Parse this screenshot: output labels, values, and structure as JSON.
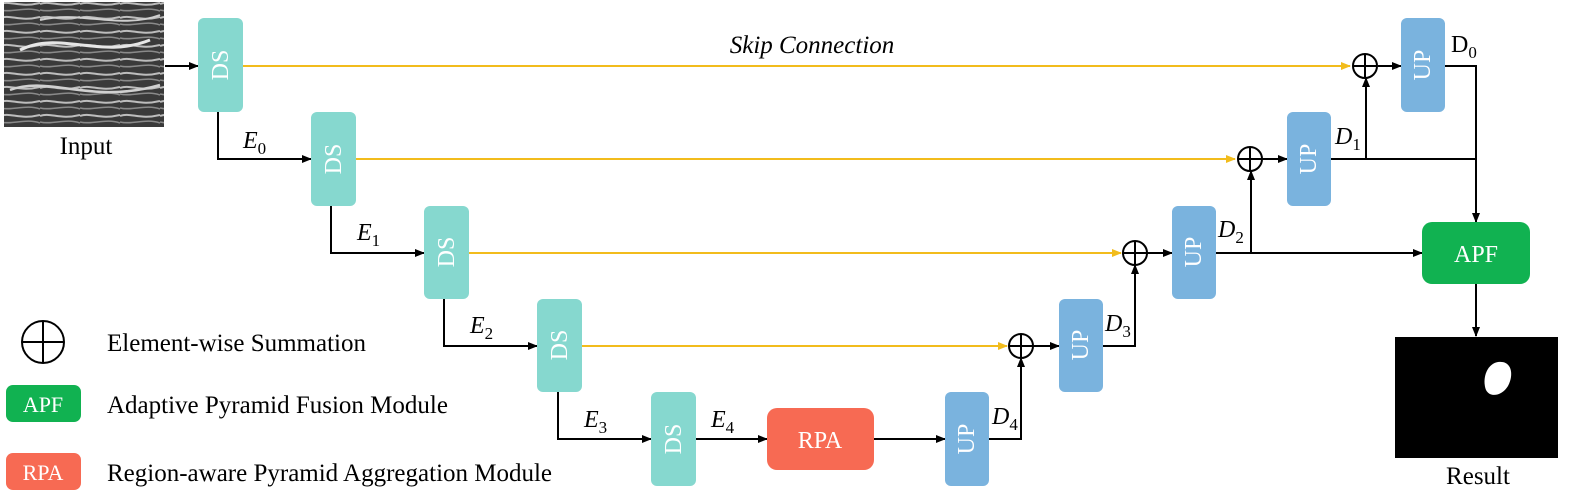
{
  "input_label": "Input",
  "result_label": "Result",
  "skip_label": "Skip Connection",
  "blocks": {
    "ds": "DS",
    "up": "UP",
    "rpa": "RPA",
    "apf": "APF"
  },
  "encoder_labels": [
    {
      "base": "E",
      "sub": "0"
    },
    {
      "base": "E",
      "sub": "1"
    },
    {
      "base": "E",
      "sub": "2"
    },
    {
      "base": "E",
      "sub": "3"
    },
    {
      "base": "E",
      "sub": "4"
    }
  ],
  "decoder_labels": [
    {
      "base": "D",
      "sub": "0"
    },
    {
      "base": "D",
      "sub": "1"
    },
    {
      "base": "D",
      "sub": "2"
    },
    {
      "base": "D",
      "sub": "3"
    },
    {
      "base": "D",
      "sub": "4"
    }
  ],
  "legend": [
    {
      "badge": "",
      "text": "Element-wise Summation"
    },
    {
      "badge": "APF",
      "text": "Adaptive Pyramid Fusion Module"
    },
    {
      "badge": "RPA",
      "text": "Region-aware Pyramid Aggregation Module"
    }
  ],
  "colors": {
    "ds": "#86d8cf",
    "up": "#7ab3de",
    "rpa": "#f76a53",
    "apf": "#11b251",
    "skip": "#f2bc1c",
    "line": "#000000"
  }
}
